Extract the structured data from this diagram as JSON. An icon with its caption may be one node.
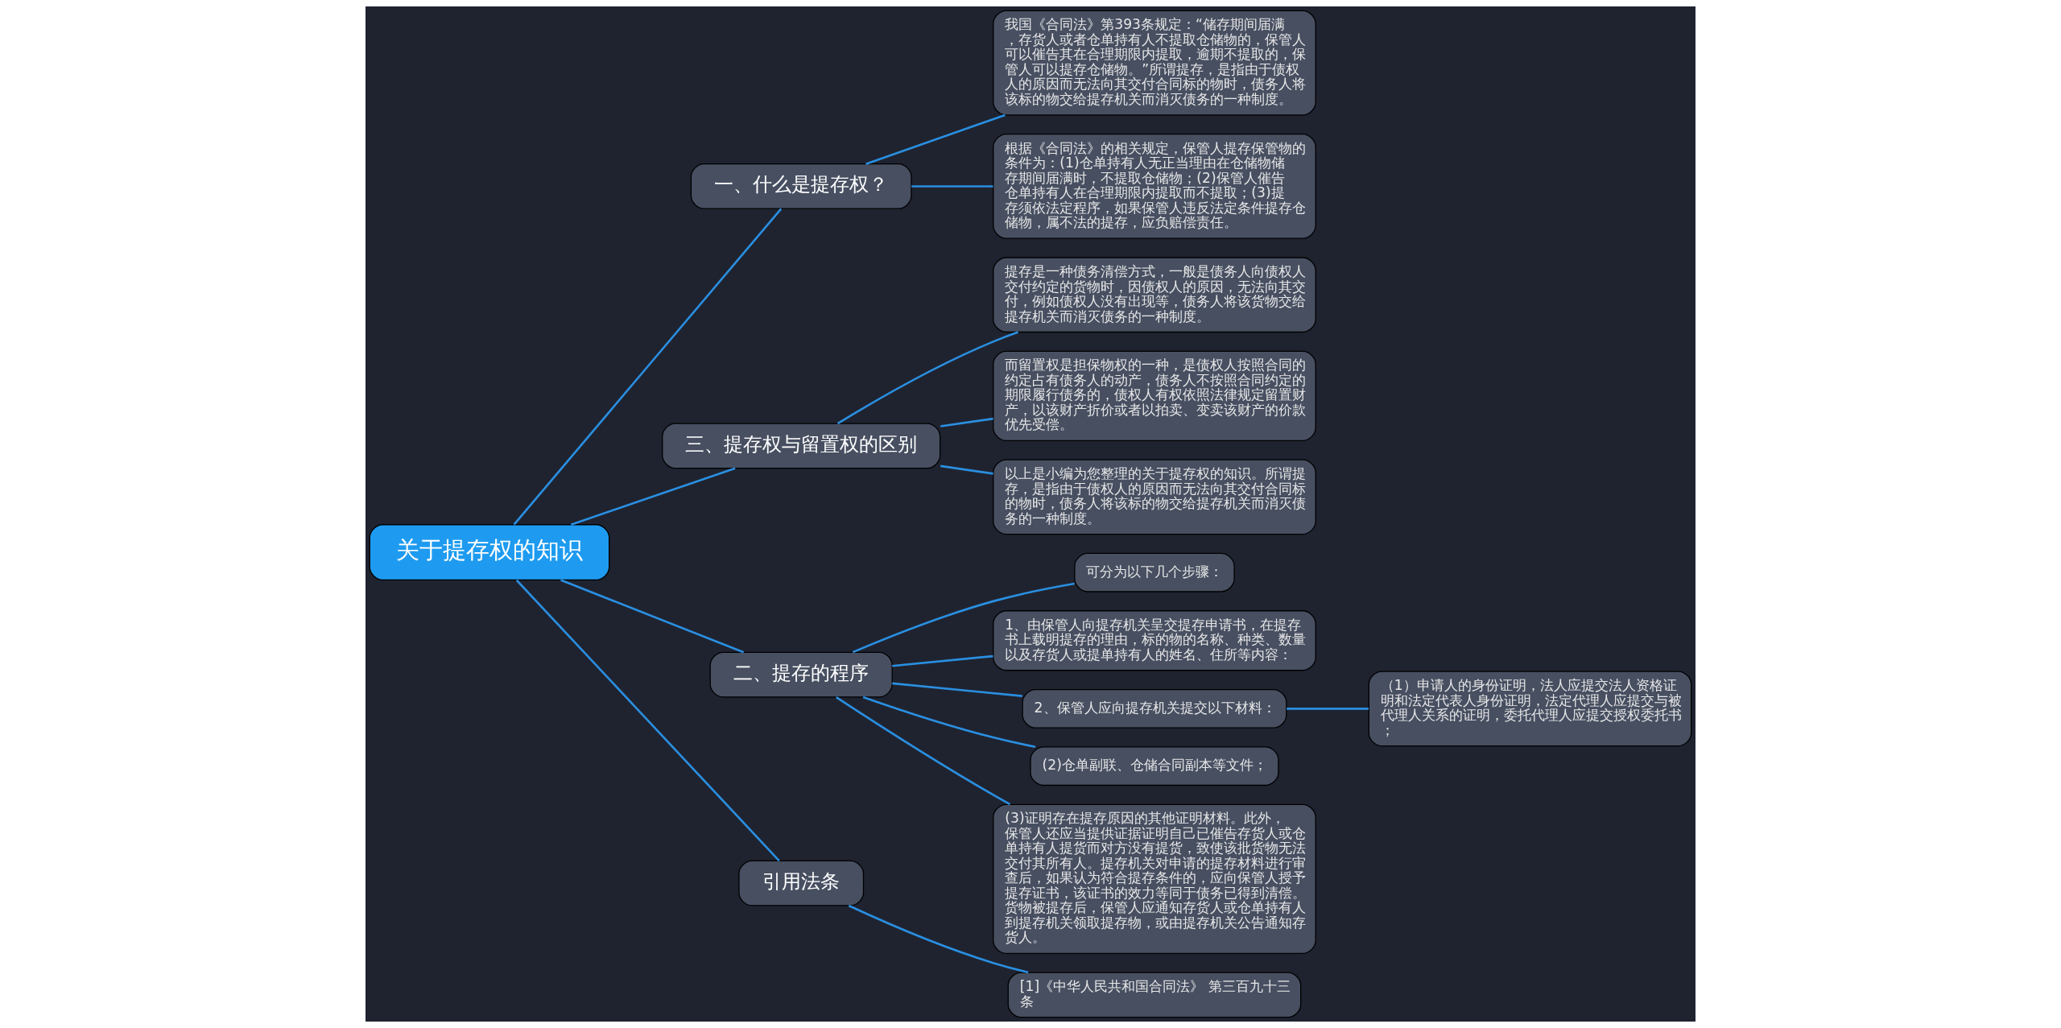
{
  "diagram": {
    "nodes": [
      {
        "text": [
          "关于提存权的知识"
        ]
      },
      {
        "text": [
          "一、什么是提存权？"
        ]
      },
      {
        "text": [
          "我国《合同法》第393条规定：“储存期间届满，存货人或者仓单持有人不提取仓储物的，保管人可以催告其在合理期限内提取，逾期不提取的，保管人可以提存仓储物。”所谓提存，是指由于债权人的原因而无法向其交付合同标的物时，债务人将该标的物交给提存机关而消灭债务的一种制度。"
        ]
      },
      {
        "text": [
          "根据《合同法》的相关规定，保管人提存保管物的条件为：(1)仓单持有人无正当理由在仓储物储存期间届满时，不提取仓储物；(2)保管人催告仓单持有人在合理期限内提取而不提取；(3)提存须依法定程序，如果保管人违反法定条件提存仓储物，属不法的提存，应负赔偿责任。"
        ]
      },
      {
        "text": [
          "三、提存权与留置权的区别"
        ]
      },
      {
        "text": [
          "提存是一种债务清偿方式，一般是债务人向债权人交付约定的货物时，因债权人的原因，无法向其交付，例如债权人没有出现等，债务人将该货物交给提存机关而消灭债务的一种制度。"
        ]
      },
      {
        "text": [
          "而留置权是担保物权的一种，是债权人按照合同的约定占有债务人的动产，债务人不按照合同约定的期限履行债务的，债权人有权依照法律规定留置财产，以该财产折价或者以拍卖、变卖该财产的价款优先受偿。"
        ]
      },
      {
        "text": [
          "以上是小编为您整理的关于提存权的知识。所谓提存，是指由于债权人的原因而无法向其交付合同标的物时，债务人将该标的物交给提存机关而消灭债务的一种制度。"
        ]
      },
      {
        "text": [
          "二、提存的程序"
        ]
      },
      {
        "text": [
          "可分为以下几个步骤："
        ]
      },
      {
        "text": [
          "1、由保管人向提存机关呈交提存申请书，在提存书上载明提存的理由，标的物的名称、种类、数量以及存货人或提单持有人的姓名、住所等内容："
        ]
      },
      {
        "text": [
          "2、保管人应向提存机关提交以下材料："
        ]
      },
      {
        "text": [
          "（1）申请人的身份证明，法人应提交法人资格证明和法定代表人身份证明，法定代理人应提交与被代理人关系的证明，委托代理人应提交授权委托书；"
        ]
      },
      {
        "text": [
          "(2)仓单副联、仓储合同副本等文件；"
        ]
      },
      {
        "text": [
          "(3)证明存在提存原因的其他证明材料。此外，保管人还应当提供证据证明自己已催告存货人或仓单持有人提货而对方没有提货，致使该批货物无法交付其所有人。提存机关对申请的提存材料进行审查后，如果认为符合提存条件的，应向保管人授予提存证书，该证书的效力等同于债务已得到清偿。货物被提存后，保管人应通知存货人或仓单持有人到提存机关领取提存物，或由提存机关公告通知存货人。"
        ]
      },
      {
        "text": [
          "引用法条"
        ]
      },
      {
        "text": [
          "[1]《中华人民共和国合同法》 第三百九十三条"
        ]
      }
    ],
    "edges": [
      {
        "from": 0,
        "to": 1,
        "arrow": "none"
      },
      {
        "from": 1,
        "to": 2,
        "arrow": "none"
      },
      {
        "from": 1,
        "to": 3,
        "arrow": "none"
      },
      {
        "from": 0,
        "to": 4,
        "arrow": "none"
      },
      {
        "from": 4,
        "to": 5,
        "arrow": "none"
      },
      {
        "from": 4,
        "to": 6,
        "arrow": "none"
      },
      {
        "from": 4,
        "to": 7,
        "arrow": "none"
      },
      {
        "from": 0,
        "to": 8,
        "arrow": "none"
      },
      {
        "from": 8,
        "to": 9,
        "arrow": "none"
      },
      {
        "from": 8,
        "to": 10,
        "arrow": "none"
      },
      {
        "from": 8,
        "to": 11,
        "arrow": "none"
      },
      {
        "from": 11,
        "to": 12,
        "arrow": "none"
      },
      {
        "from": 8,
        "to": 13,
        "arrow": "none"
      },
      {
        "from": 8,
        "to": 14,
        "arrow": "none"
      },
      {
        "from": 0,
        "to": 15,
        "arrow": "none"
      },
      {
        "from": 15,
        "to": 16,
        "arrow": "none"
      }
    ]
  }
}
